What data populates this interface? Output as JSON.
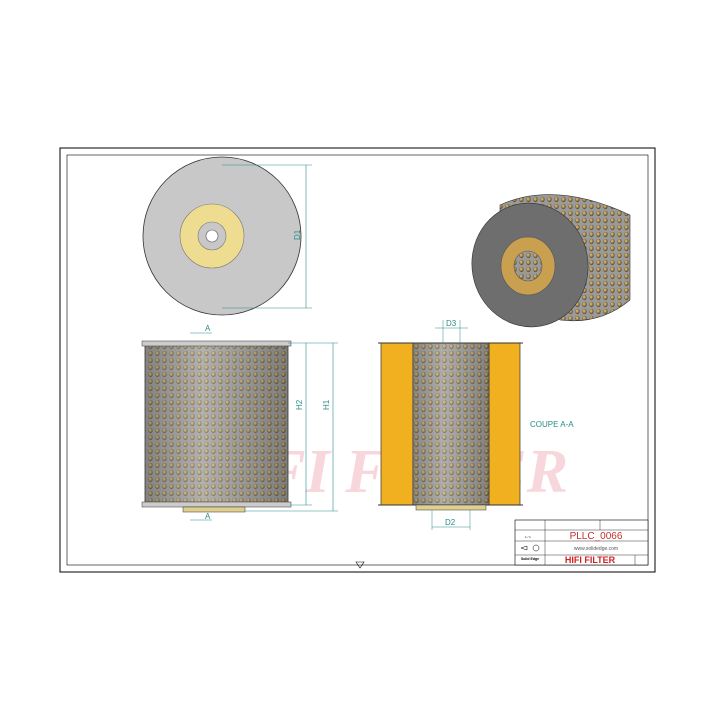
{
  "dimensions": {
    "d1": "D1",
    "d2": "D2",
    "d3": "D3",
    "h1": "H1",
    "h2": "H2"
  },
  "section_marker": "A",
  "section_label": "COUPE A-A",
  "watermark": "HIFI FILTER",
  "title_block": {
    "part_number": "PLLC_0066",
    "website": "www.solidedge.com",
    "brand": "HIFI FILTER",
    "software": "Solid Edge",
    "scale": "1 / 1"
  },
  "colors": {
    "frame": "#000000",
    "dimension": "#2a8a8a",
    "filter_media": "#f0b020",
    "brand": "#d02020",
    "watermark": "#f4c0c8"
  }
}
